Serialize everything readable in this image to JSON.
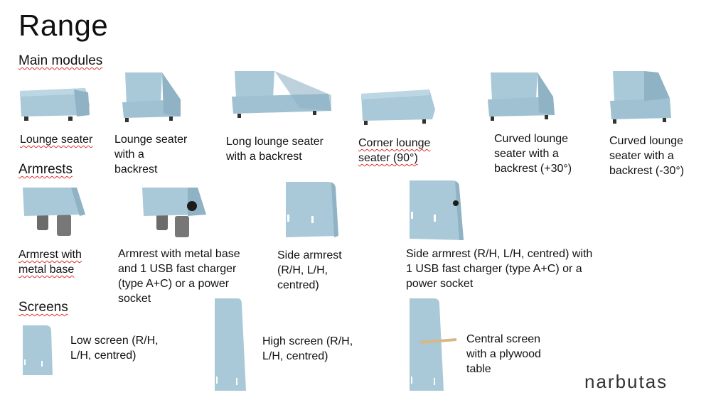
{
  "title": "Range",
  "sections": {
    "main_modules": {
      "heading": "Main modules",
      "items": [
        {
          "label": "Lounge seater"
        },
        {
          "label": "Lounge seater\nwith a\nbackrest"
        },
        {
          "label": "Long lounge seater\nwith a backrest"
        },
        {
          "label": "Corner lounge\nseater (90°)"
        },
        {
          "label": "Curved lounge\nseater with a\nbackrest (+30°)"
        },
        {
          "label": "Curved lounge\nseater with a\nbackrest (-30°)"
        }
      ]
    },
    "armrests": {
      "heading": "Armrests",
      "items": [
        {
          "label": "Armrest with\nmetal base"
        },
        {
          "label": "Armrest with metal base\nand 1 USB fast charger\n(type A+C) or a power\nsocket"
        },
        {
          "label": "Side armrest\n(R/H, L/H,\ncentred)"
        },
        {
          "label": "Side armrest (R/H, L/H, centred) with\n1 USB fast charger (type A+C) or a\npower socket"
        }
      ]
    },
    "screens": {
      "heading": "Screens",
      "items": [
        {
          "label": "Low screen (R/H,\nL/H, centred)"
        },
        {
          "label": "High screen (R/H,\nL/H, centred)"
        },
        {
          "label": "Central screen\nwith a plywood\ntable"
        }
      ]
    }
  },
  "logo": "narbutas",
  "colors": {
    "fabric": "#a9c9d8",
    "fabric_dark": "#86abbd",
    "metal": "#6b6b6b",
    "plywood": "#d8b888"
  }
}
